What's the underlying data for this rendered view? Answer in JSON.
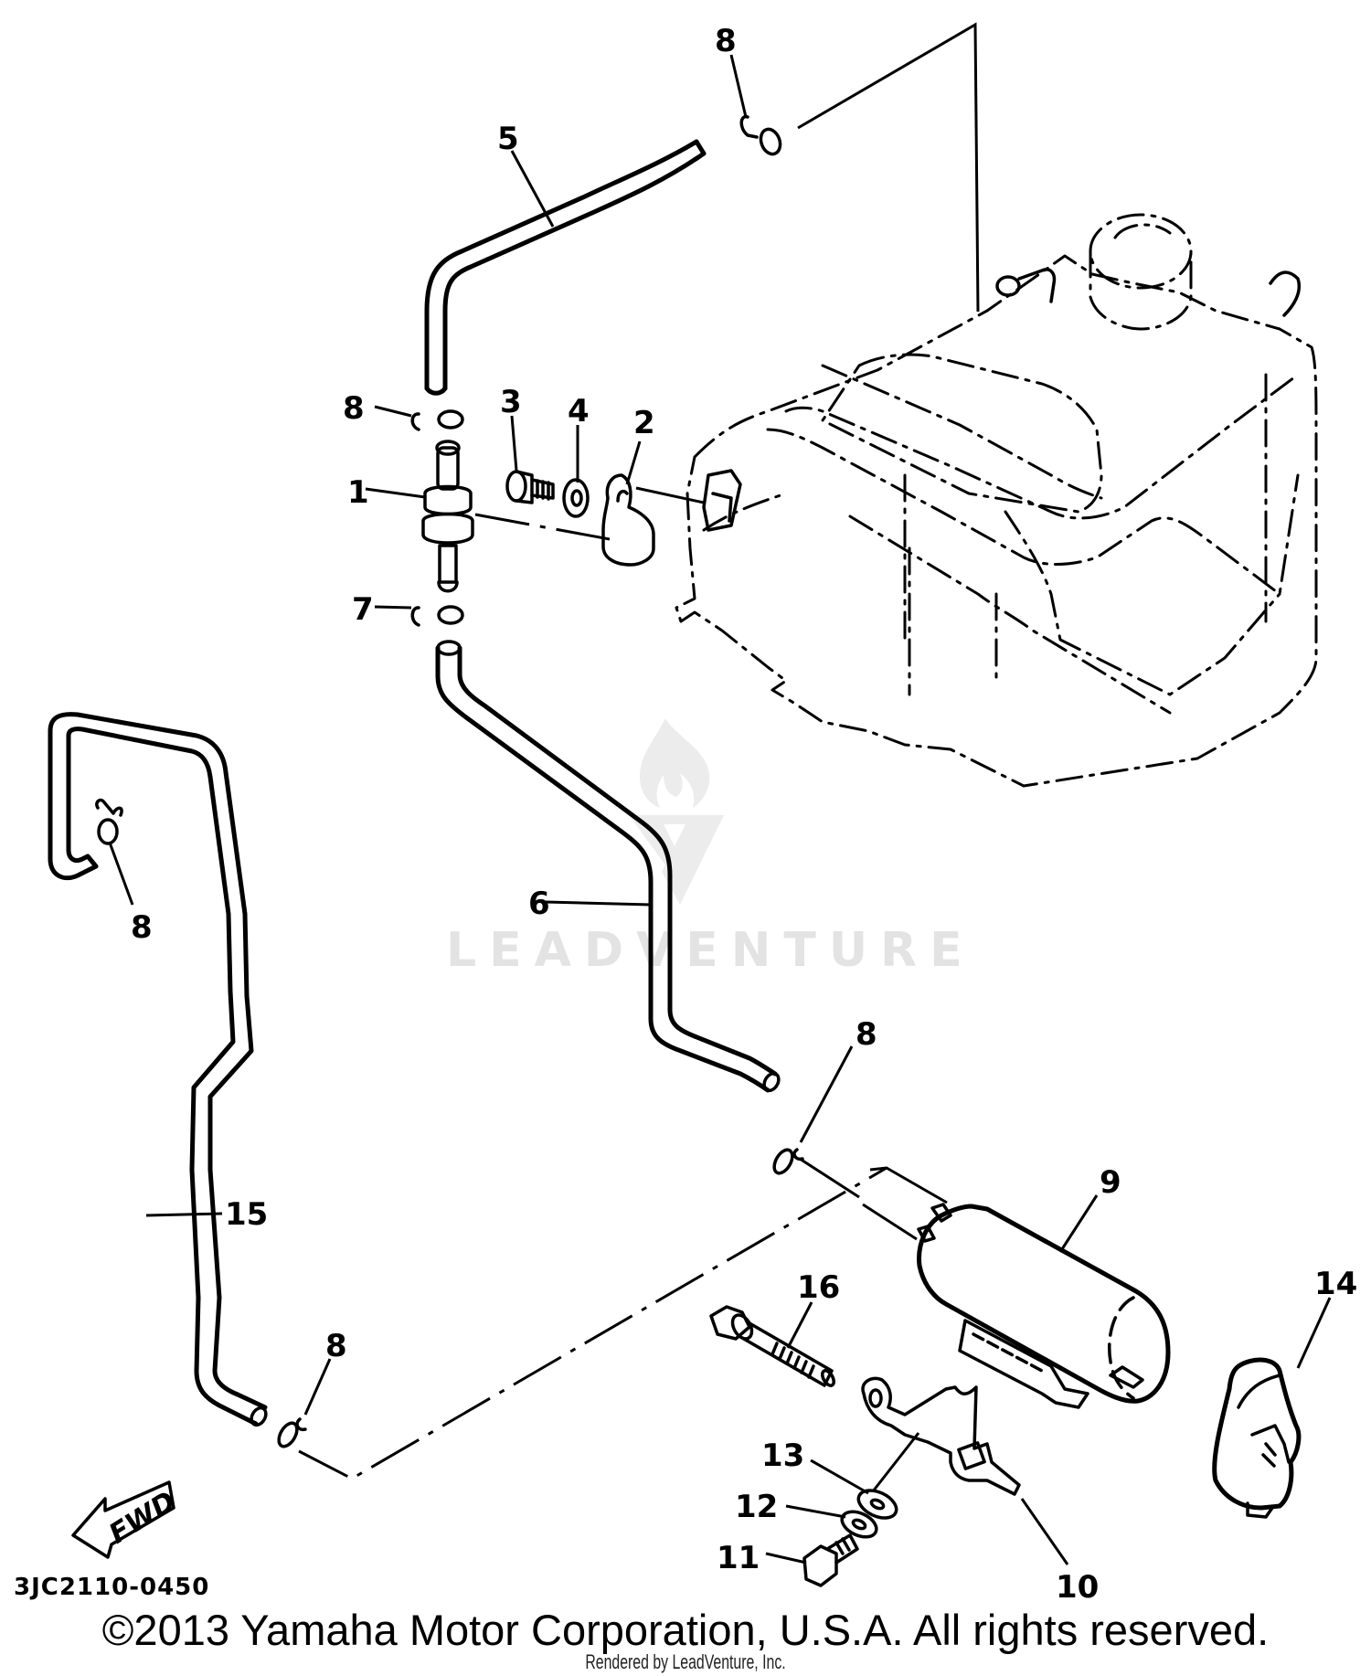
{
  "diagram": {
    "code": "3JC2110-0450",
    "direction_badge": "FWD",
    "watermark": "LEADVENTURE",
    "copyright": "©2013 Yamaha Motor Corporation, U.S.A. All rights reserved.",
    "rendered_by": "Rendered by LeadVenture, Inc."
  },
  "callouts": [
    {
      "ref": "1",
      "part": "fuel filter"
    },
    {
      "ref": "2",
      "part": "clamp"
    },
    {
      "ref": "3",
      "part": "bolt"
    },
    {
      "ref": "4",
      "part": "washer"
    },
    {
      "ref": "5",
      "part": "fuel hose (upper)"
    },
    {
      "ref": "6",
      "part": "fuel hose (middle)"
    },
    {
      "ref": "7",
      "part": "hose clip"
    },
    {
      "ref": "8",
      "part": "hose clip"
    },
    {
      "ref": "9",
      "part": "fuel pump"
    },
    {
      "ref": "10",
      "part": "pump bracket"
    },
    {
      "ref": "11",
      "part": "bolt"
    },
    {
      "ref": "12",
      "part": "spring washer"
    },
    {
      "ref": "13",
      "part": "plain washer"
    },
    {
      "ref": "14",
      "part": "pump cover"
    },
    {
      "ref": "15",
      "part": "fuel hose (lower)"
    },
    {
      "ref": "16",
      "part": "flange bolt"
    }
  ],
  "labels": {
    "c1": "1",
    "c2": "2",
    "c3": "3",
    "c4": "4",
    "c5": "5",
    "c6": "6",
    "c7": "7",
    "c8a": "8",
    "c8b": "8",
    "c8c": "8",
    "c8d": "8",
    "c8e": "8",
    "c9": "9",
    "c10": "10",
    "c11": "11",
    "c12": "12",
    "c13": "13",
    "c14": "14",
    "c15": "15",
    "c16": "16"
  }
}
